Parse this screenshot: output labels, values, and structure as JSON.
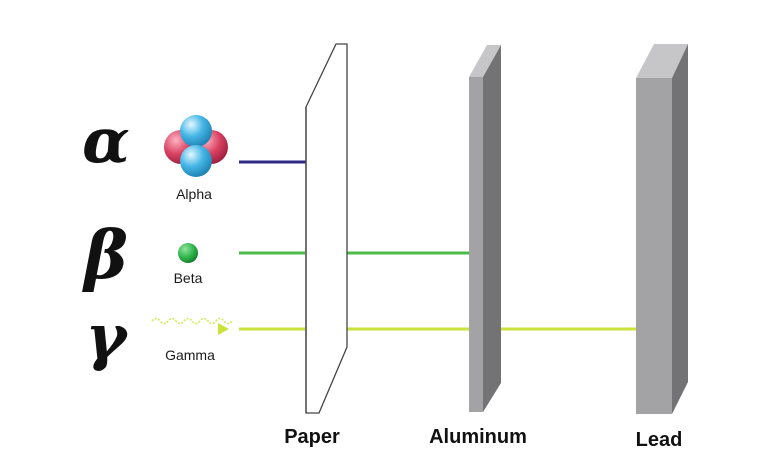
{
  "particles": [
    {
      "symbol": "α",
      "label": "Alpha"
    },
    {
      "symbol": "β",
      "label": "Beta"
    },
    {
      "symbol": "γ",
      "label": "Gamma"
    }
  ],
  "barriers": [
    {
      "label": "Paper"
    },
    {
      "label": "Aluminum"
    },
    {
      "label": "Lead"
    }
  ],
  "colors": {
    "alpha_beam": "#2e2a86",
    "beta_beam": "#4cbb48",
    "gamma_beam": "#cbe23a",
    "proton": "#d94162",
    "neutron": "#45b6e6",
    "beta_particle": "#2db34a",
    "metal_front": "#a3a3a5",
    "metal_side": "#737375",
    "metal_top": "#c6c6c8"
  }
}
